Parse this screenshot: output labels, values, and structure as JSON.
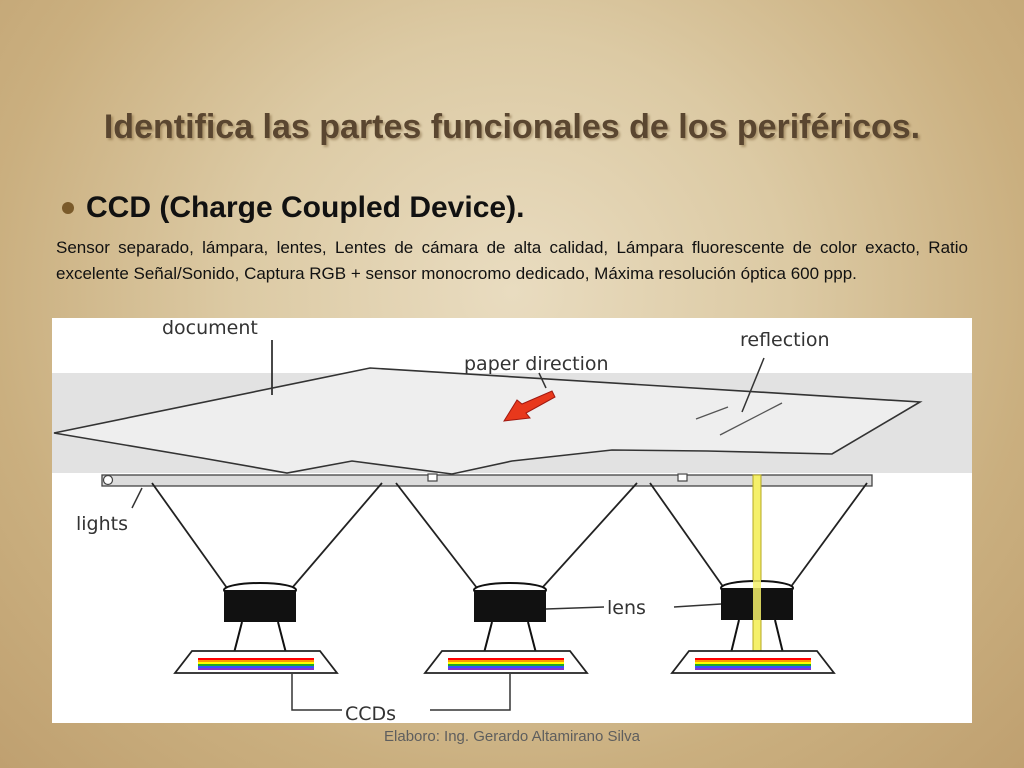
{
  "slide": {
    "title": "Identifica las partes funcionales de los periféricos.",
    "bullet": "CCD (Charge Coupled Device).",
    "body": "Sensor separado, lámpara, lentes, Lentes de cámara de alta calidad, Lámpara fluorescente de color exacto, Ratio excelente Señal/Sonido, Captura RGB + sensor monocromo dedicado, Máxima resolución óptica 600 ppp.",
    "footer": "Elaboro: Ing. Gerardo Altamirano Silva"
  },
  "diagram": {
    "labels": {
      "document": "document",
      "paper_direction": "paper direction",
      "reflection": "reflection",
      "lights": "lights",
      "lens": "lens",
      "ccds": "CCDs"
    },
    "colors": {
      "panel_gray": "#e2e2e2",
      "arrow": "#e8381c",
      "beam": "#f5f06a",
      "ccd_bands": [
        "#ff0000",
        "#ff9900",
        "#ffff00",
        "#22aa22",
        "#3355ff",
        "#8833cc"
      ]
    }
  }
}
